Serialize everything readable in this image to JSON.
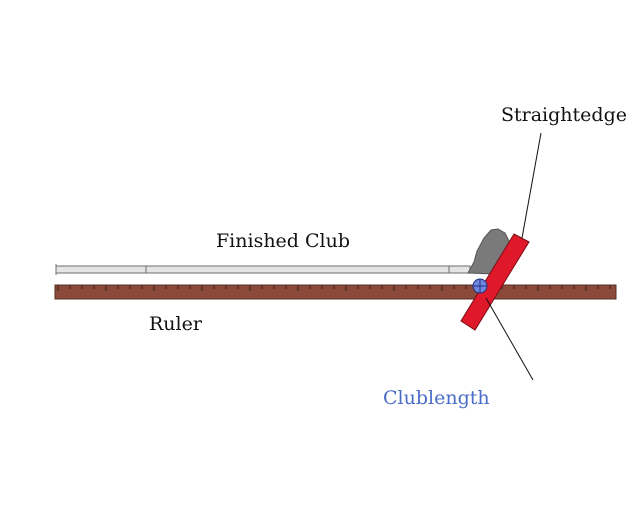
{
  "labels": {
    "straightedge": "Straightedge",
    "finished_club": "Finished Club",
    "ruler": "Ruler",
    "clublength": "Clublength"
  },
  "colors": {
    "background": "#ffffff",
    "ruler_fill": "#8b4a3a",
    "ruler_tick": "#3a1f18",
    "club_shaft": "#e4e4e4",
    "club_outline": "#6e6e6e",
    "clubhead": "#7a7a7a",
    "straightedge": "#e0192a",
    "marker": "#6f86e0",
    "clublength_text": "#4a6cc7"
  },
  "icons": {
    "marker": "circle-with-crosshair"
  }
}
